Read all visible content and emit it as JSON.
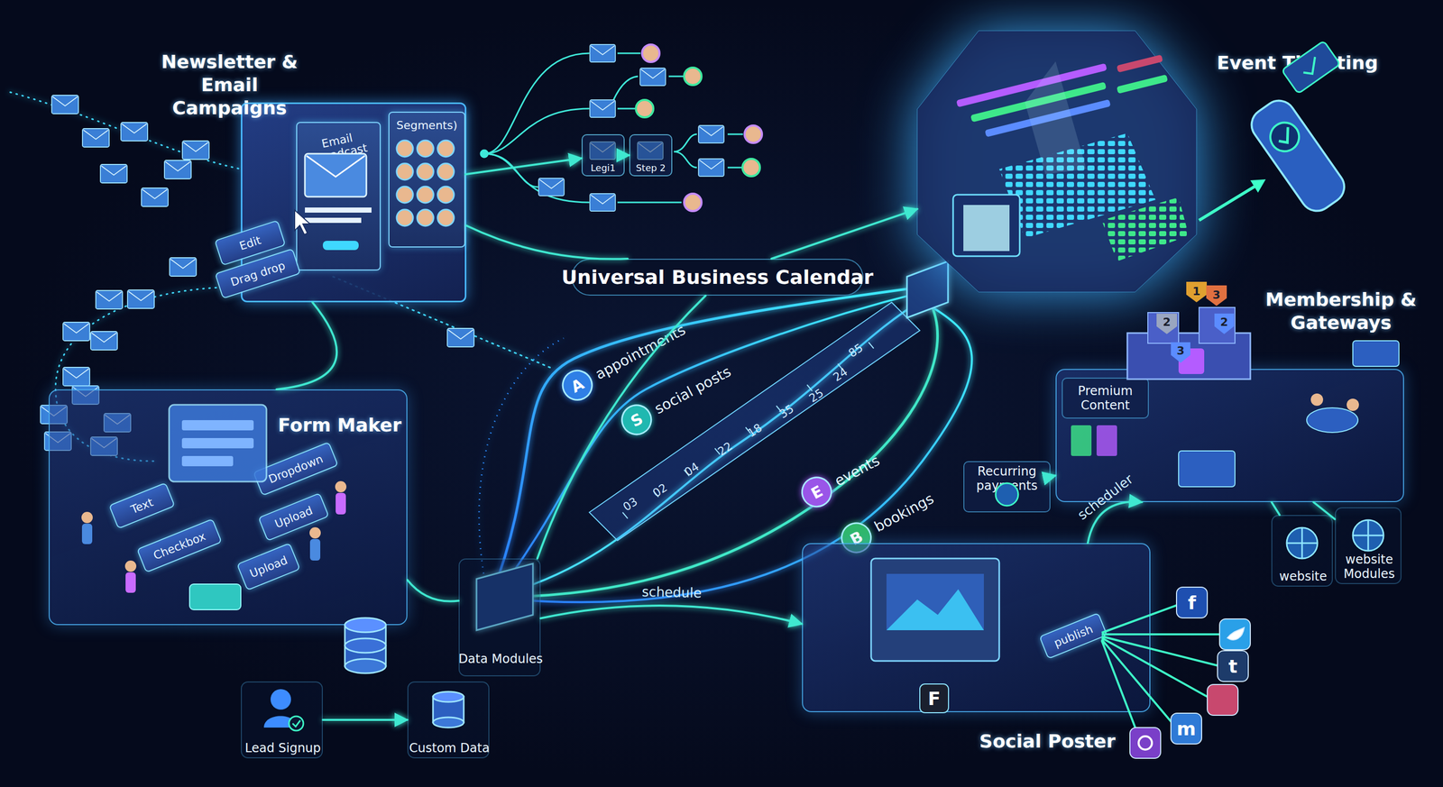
{
  "diagram": {
    "nodes": [
      {
        "text": [
          "Newsletter & Email Campaigns"
        ]
      },
      {
        "text": [
          "Email broadcast"
        ],
        "in": 0
      },
      {
        "text": [
          "Segments)"
        ],
        "in": 0
      },
      {
        "text": [
          "Edit"
        ],
        "in": 0
      },
      {
        "text": [
          "Drag drop"
        ],
        "in": 0
      },
      {
        "text": [
          "Legi1"
        ]
      },
      {
        "text": [
          "Step 2"
        ]
      },
      {
        "text": [
          "Universal Business Calendar"
        ]
      },
      {
        "text": [
          "A",
          "appointments"
        ]
      },
      {
        "text": [
          "S",
          "social posts"
        ]
      },
      {
        "text": [
          "E",
          "events"
        ]
      },
      {
        "text": [
          "B",
          "bookings"
        ]
      },
      {
        "text": [
          "Event Ticketing"
        ]
      },
      {
        "text": [
          "Form Maker"
        ]
      },
      {
        "text": [
          "Text"
        ],
        "in": 13
      },
      {
        "text": [
          "Checkbox"
        ],
        "in": 13
      },
      {
        "text": [
          "Dropdown"
        ],
        "in": 13
      },
      {
        "text": [
          "Upload"
        ],
        "in": 13
      },
      {
        "text": [
          "Upload"
        ],
        "in": 13
      },
      {
        "text": [
          "Lead Signup"
        ]
      },
      {
        "text": [
          "Data Modules"
        ]
      },
      {
        "text": [
          "Custom Data"
        ]
      },
      {
        "text": [
          "Social Poster"
        ]
      },
      {
        "text": [
          "publish"
        ],
        "in": 22
      },
      {
        "text": [
          "Membership & Gateways"
        ]
      },
      {
        "text": [
          "Premium Content"
        ],
        "in": 24
      },
      {
        "text": [
          "Recurring payments"
        ]
      },
      {
        "text": [
          "website"
        ]
      },
      {
        "text": [
          "website Modules"
        ]
      }
    ],
    "edges": [
      {
        "from": 2,
        "to": 5,
        "arrow": "to"
      },
      {
        "from": 5,
        "to": 6,
        "arrow": "to"
      },
      {
        "from": 13,
        "to": 0,
        "arrow": "none"
      },
      {
        "from": 20,
        "to": 7,
        "arrow": "none"
      },
      {
        "from": 7,
        "to": 12,
        "arrow": "to"
      },
      {
        "from": 19,
        "to": 21,
        "arrow": "to"
      },
      {
        "from": 20,
        "to": 22,
        "label": "schedule",
        "arrow": "to"
      },
      {
        "from": 22,
        "to": 24,
        "label": "scheduler",
        "arrow": "to"
      },
      {
        "from": 26,
        "to": 24,
        "arrow": "to"
      },
      {
        "from": 24,
        "to": 27,
        "arrow": "none"
      },
      {
        "from": 24,
        "to": 28,
        "arrow": "none"
      },
      {
        "from": 0,
        "to": 7,
        "arrow": "none"
      },
      {
        "from": 13,
        "to": 20,
        "arrow": "none"
      }
    ],
    "labels": [
      "03",
      "02",
      "04",
      "22",
      "18",
      "35",
      "25",
      "24",
      "85",
      "1",
      "3",
      "2",
      "2",
      "3",
      "f",
      "t",
      "m",
      "F"
    ]
  }
}
